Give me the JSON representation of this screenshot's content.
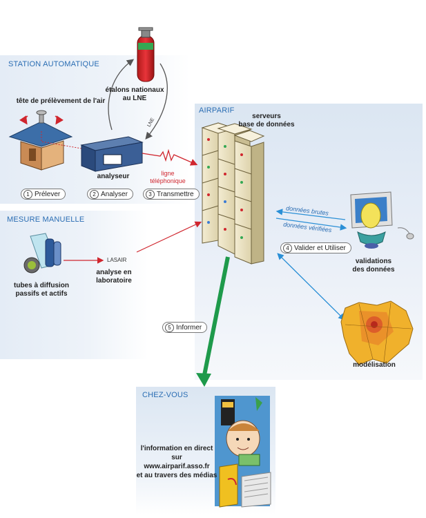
{
  "sections": {
    "station": "STATION AUTOMATIQUE",
    "mesure": "MESURE MANUELLE",
    "airparif": "AIRPARIF",
    "chez": "CHEZ-VOUS"
  },
  "labels": {
    "tete": "tête de prélèvement de l'air",
    "etalons": [
      "étalons nationaux",
      "au LNE"
    ],
    "lne": "LNE",
    "analyseur": "analyseur",
    "ligne": [
      "ligne",
      "téléphonique"
    ],
    "serveurs": [
      "serveurs",
      "base de données"
    ],
    "donnees_brutes": "données brutes",
    "donnees_verifiees": "données vérifiées",
    "validations": [
      "validations",
      "des données"
    ],
    "tubes": [
      "tubes à diffusion",
      "passifs et actifs"
    ],
    "lasair": "LASAIR",
    "analyse": [
      "analyse en",
      "laboratoire"
    ],
    "modelisation": "modélisation",
    "info": [
      "l'information en direct sur",
      "www.airparif.asso.fr",
      "et au travers des médias"
    ]
  },
  "steps": [
    {
      "num": "1",
      "label": "Prélever"
    },
    {
      "num": "2",
      "label": "Analyser"
    },
    {
      "num": "3",
      "label": "Transmettre"
    },
    {
      "num": "4",
      "label": "Valider et Utiliser"
    },
    {
      "num": "5",
      "label": "Informer"
    }
  ],
  "colors": {
    "section_title": "#2a6db3",
    "red_arrow": "#d0262e",
    "blue_arrow": "#2a8fd6",
    "green_arrow": "#1e9a4b"
  }
}
